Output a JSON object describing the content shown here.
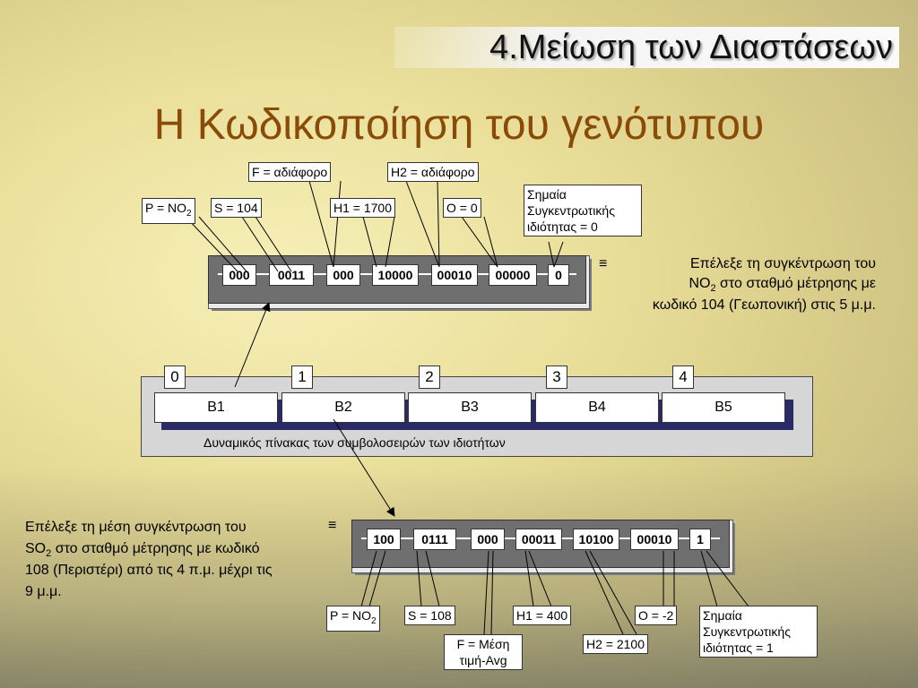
{
  "header": {
    "title": "4.Μείωση των Διαστάσεων"
  },
  "slide": {
    "title": "Η Κωδικοποίηση του γενότυπου"
  },
  "top_chromosome": {
    "genes": [
      "000",
      "0011",
      "000",
      "10000",
      "00010",
      "00000",
      "0"
    ],
    "labels": {
      "p": "P = NO",
      "p_sub": "2",
      "s": "S = 104",
      "f": "F = αδιάφορο",
      "h1": "H1 = 1700",
      "h2": "H2 = αδιάφορο",
      "o": "O = 0",
      "flag": "Σημαία Συγκεντρωτικής ιδιότητας = 0"
    },
    "note": {
      "line1": "Επέλεξε τη συγκέντρωση του",
      "line2a": "NO",
      "line2_sub": "2",
      "line2b": " στο σταθμό μέτρησης με",
      "line3": "κωδικό 104 (Γεωπονική) στις 5 μ.μ."
    }
  },
  "array": {
    "indices": [
      "0",
      "1",
      "2",
      "3",
      "4"
    ],
    "cells": [
      "B1",
      "B2",
      "B3",
      "B4",
      "B5"
    ],
    "caption": "Δυναμικός πίνακας των συμβολοσειρών των ιδιοτήτων"
  },
  "bottom_chromosome": {
    "genes": [
      "100",
      "0111",
      "000",
      "00011",
      "10100",
      "00010",
      "1"
    ],
    "labels": {
      "p": "P = NO",
      "p_sub": "2",
      "s": "S = 108",
      "f": "F = Μέση τιμή-Avg",
      "h1": "H1 = 400",
      "h2": "H2 = 2100",
      "o": "O = -2",
      "flag": "Σημαία Συγκεντρωτικής ιδιότητας = 1"
    },
    "note": {
      "line1": "Επέλεξε τη μέση συγκέντρωση του",
      "line2a": "SO",
      "line2_sub": "2",
      "line2b": " στο σταθμό μέτρησης με κωδικό",
      "line3": "108 (Περιστέρι) από τις 4 π.μ. μέχρι τις",
      "line4": "9 μ.μ."
    }
  },
  "bullet_symbol": "≡"
}
